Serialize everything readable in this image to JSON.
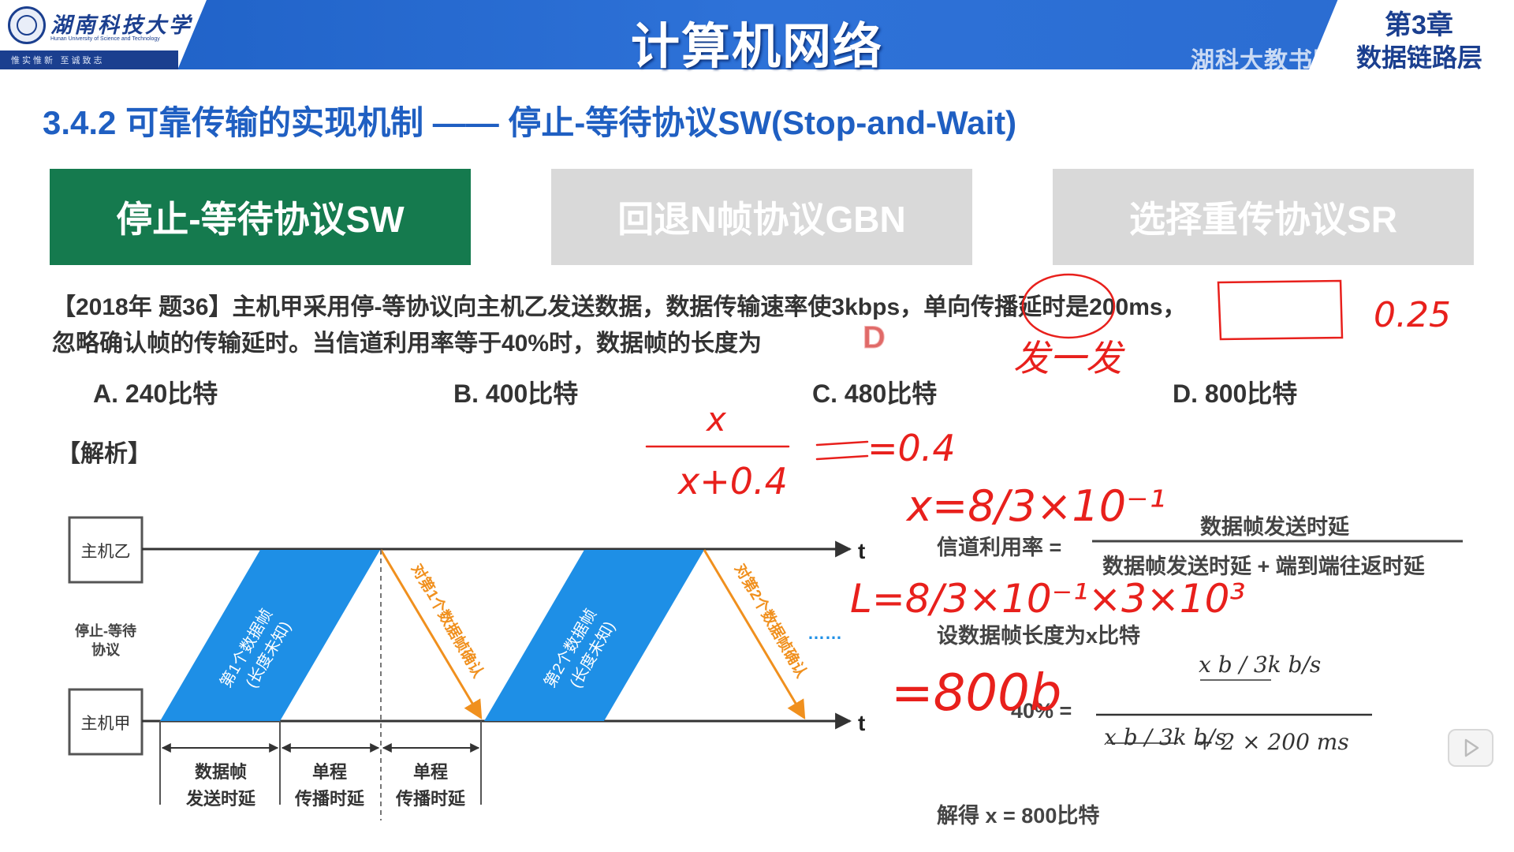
{
  "header": {
    "university_cn": "湖南科技大学",
    "university_en": "Hunan University of Science and Technology",
    "motto": "惟实惟新  至诚致志",
    "course_title": "计算机网络",
    "chapter_num": "第3章",
    "chapter_name": "数据链路层",
    "watermark": "湖科大教书匠"
  },
  "section_title": "3.4.2 可靠传输的实现机制 —— 停止-等待协议SW(Stop-and-Wait)",
  "tabs": [
    {
      "label": "停止-等待协议SW",
      "active": true,
      "color": "#157a4e"
    },
    {
      "label": "回退N帧协议GBN",
      "active": false,
      "color": "#d9d9d9"
    },
    {
      "label": "选择重传协议SR",
      "active": false,
      "color": "#d9d9d9"
    }
  ],
  "question": {
    "line1": "【2018年 题36】主机甲采用停-等协议向主机乙发送数据，数据传输速率使3kbps，单向传播延时是200ms，",
    "line2": "忽略确认帧的传输延时。当信道利用率等于40%时，数据帧的长度为",
    "answer": "D",
    "options": [
      "A. 240比特",
      "B. 400比特",
      "C. 480比特",
      "D. 800比特"
    ]
  },
  "analysis_label": "【解析】",
  "diagram": {
    "host_b": "主机乙",
    "host_a": "主机甲",
    "protocol_label_1": "停止-等待",
    "protocol_label_2": "协议",
    "t_label": "t",
    "frame1_line1": "第1个数据帧",
    "frame1_line2": "(长度未知)",
    "frame2_line1": "第2个数据帧",
    "frame2_line2": "(长度未知)",
    "ack1": "对第1个数据帧确认",
    "ack2": "对第2个数据帧确认",
    "ellipsis": "……",
    "dim1_line1": "数据帧",
    "dim1_line2": "发送时延",
    "dim2_line1": "单程",
    "dim2_line2": "传播时延",
    "dim3_line1": "单程",
    "dim3_line2": "传播时延",
    "frame_color": "#1e8fe6",
    "ack_color": "#f0901e"
  },
  "formula": {
    "util_label": "信道利用率 =",
    "numerator": "数据帧发送时延",
    "denominator": "数据帧发送时延 + 端到端往返时延",
    "set_x": "设数据帧长度为x比特",
    "pct": "40% =",
    "top_frac": "x  b / 3k  b/s",
    "bottom_frac": "x  b / 3k  b/s",
    "bottom_rest": "+ 2 × 200 ms",
    "result": "解得 x = 800比特"
  },
  "handwriting": {
    "note_025": "0.25",
    "note_send": "发一发",
    "eq1_num": "x",
    "eq1_den": "x+0.4",
    "eq1_rhs": "=0.4",
    "eq2": "x=8/3×10⁻¹",
    "eq3": "L=8/3×10⁻¹×3×10³",
    "eq4": "=800b",
    "ink_color": "#e8201c"
  }
}
